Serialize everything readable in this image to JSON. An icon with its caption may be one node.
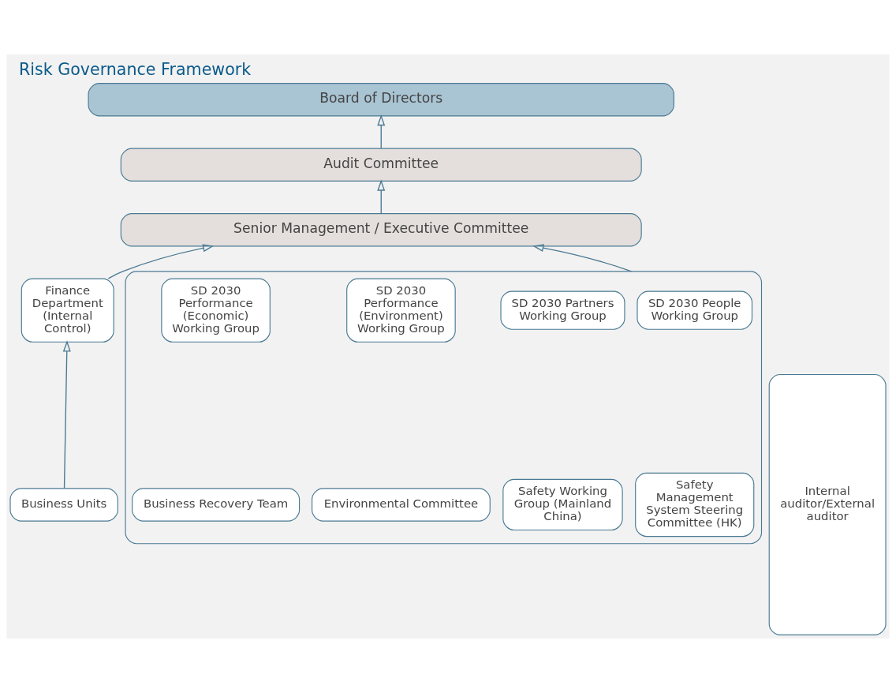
{
  "diagram": {
    "title": "Risk Governance Framework",
    "nodes": [
      {
        "text": [
          "Board of Directors"
        ]
      },
      {
        "text": [
          "Audit Committee"
        ]
      },
      {
        "text": [
          "Senior Management / Executive Committee"
        ]
      },
      {
        "text": [
          "Business Units"
        ]
      },
      {
        "text": [
          "Finance Department (Internal Control)"
        ]
      },
      {
        "text": [],
        "shape": "box"
      },
      {
        "text": [
          "SD 2030 People Working Group"
        ],
        "in": 5
      },
      {
        "text": [
          "SD 2030 Partners Working Group"
        ],
        "in": 5
      },
      {
        "text": [
          "SD 2030 Performance (Environment) Working Group"
        ],
        "in": 5
      },
      {
        "text": [
          "SD 2030 Performance (Economic) Working Group"
        ],
        "in": 5
      },
      {
        "text": [
          "Safety Management System Steering Committee (HK)"
        ],
        "in": 5
      },
      {
        "text": [
          "Safety Working Group (Mainland China)"
        ],
        "in": 5
      },
      {
        "text": [
          "Environmental Committee"
        ],
        "in": 5
      },
      {
        "text": [
          "Business Recovery Team"
        ],
        "in": 5
      },
      {
        "text": [
          "Internal auditor/External auditor"
        ]
      }
    ],
    "edges": [
      {
        "from": 1,
        "to": 0,
        "arrow": "to"
      },
      {
        "from": 2,
        "to": 1,
        "arrow": "to"
      },
      {
        "from": 4,
        "to": 2,
        "arrow": "to"
      },
      {
        "from": 5,
        "to": 2,
        "arrow": "to"
      },
      {
        "from": 3,
        "to": 4,
        "arrow": "to"
      }
    ]
  }
}
